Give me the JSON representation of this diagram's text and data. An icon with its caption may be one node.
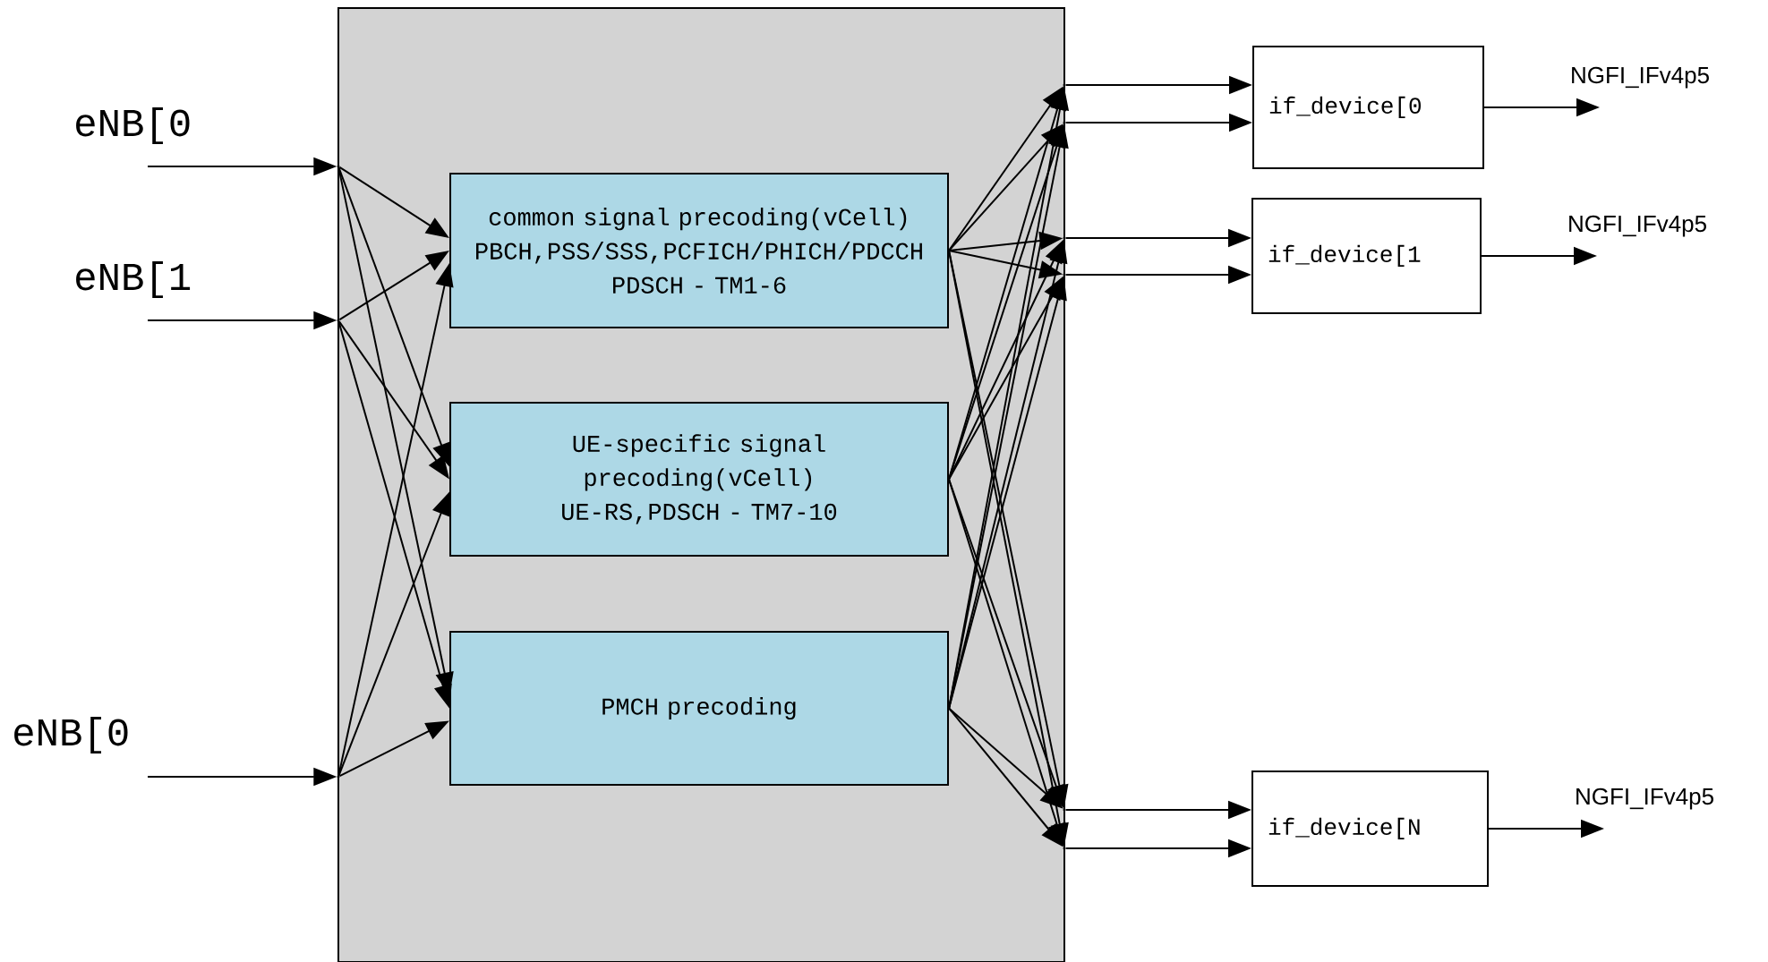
{
  "diagram": {
    "nodes": [
      {
        "text": [],
        "shape": "box"
      },
      {
        "text": [
          "common signal precoding(vCell)",
          "PBCH,PSS/SSS,PCFICH/PHICH/PDCCH",
          "PDSCH - TM1-6"
        ],
        "in": 0
      },
      {
        "text": [
          "UE-specific signal precoding(vCell)",
          "UE-RS,PDSCH - TM7-10"
        ],
        "in": 0
      },
      {
        "text": [
          "PMCH precoding"
        ],
        "in": 0
      },
      {
        "text": [
          "if_device[0"
        ]
      },
      {
        "text": [
          "if_device[1"
        ]
      },
      {
        "text": [
          "if_device[N"
        ]
      },
      {
        "text": [],
        "shape": "point"
      },
      {
        "text": [],
        "shape": "point"
      },
      {
        "text": [],
        "shape": "point"
      },
      {
        "text": [],
        "shape": "point"
      },
      {
        "text": [],
        "shape": "point"
      },
      {
        "text": [],
        "shape": "point"
      },
      {
        "text": [],
        "shape": "point"
      },
      {
        "text": [],
        "shape": "point"
      },
      {
        "text": [],
        "shape": "point"
      }
    ],
    "edges": [
      {
        "from": null,
        "to": 7,
        "arrow": "to",
        "label": "eNB[0"
      },
      {
        "from": null,
        "to": 8,
        "arrow": "to",
        "label": "eNB[1"
      },
      {
        "from": null,
        "to": 9,
        "arrow": "to",
        "label": "eNB[0"
      },
      {
        "from": 7,
        "to": 1,
        "arrow": "to"
      },
      {
        "from": 7,
        "to": 2,
        "arrow": "to"
      },
      {
        "from": 7,
        "to": 3,
        "arrow": "to"
      },
      {
        "from": 8,
        "to": 1,
        "arrow": "to"
      },
      {
        "from": 8,
        "to": 2,
        "arrow": "to"
      },
      {
        "from": 8,
        "to": 3,
        "arrow": "to"
      },
      {
        "from": 9,
        "to": 1,
        "arrow": "to"
      },
      {
        "from": 9,
        "to": 2,
        "arrow": "to"
      },
      {
        "from": 9,
        "to": 3,
        "arrow": "to"
      },
      {
        "from": 1,
        "to": 10,
        "arrow": "to"
      },
      {
        "from": 1,
        "to": 11,
        "arrow": "to"
      },
      {
        "from": 1,
        "to": 12,
        "arrow": "to"
      },
      {
        "from": 1,
        "to": 13,
        "arrow": "to"
      },
      {
        "from": 1,
        "to": 14,
        "arrow": "to"
      },
      {
        "from": 1,
        "to": 15,
        "arrow": "to"
      },
      {
        "from": 2,
        "to": 10,
        "arrow": "to"
      },
      {
        "from": 2,
        "to": 11,
        "arrow": "to"
      },
      {
        "from": 2,
        "to": 12,
        "arrow": "to"
      },
      {
        "from": 2,
        "to": 13,
        "arrow": "to"
      },
      {
        "from": 2,
        "to": 14,
        "arrow": "to"
      },
      {
        "from": 2,
        "to": 15,
        "arrow": "to"
      },
      {
        "from": 3,
        "to": 10,
        "arrow": "to"
      },
      {
        "from": 3,
        "to": 11,
        "arrow": "to"
      },
      {
        "from": 3,
        "to": 12,
        "arrow": "to"
      },
      {
        "from": 3,
        "to": 13,
        "arrow": "to"
      },
      {
        "from": 3,
        "to": 14,
        "arrow": "to"
      },
      {
        "from": 3,
        "to": 15,
        "arrow": "to"
      },
      {
        "from": 10,
        "to": 4,
        "arrow": "to"
      },
      {
        "from": 11,
        "to": 4,
        "arrow": "to"
      },
      {
        "from": 12,
        "to": 5,
        "arrow": "to"
      },
      {
        "from": 13,
        "to": 5,
        "arrow": "to"
      },
      {
        "from": 14,
        "to": 6,
        "arrow": "to"
      },
      {
        "from": 15,
        "to": 6,
        "arrow": "to"
      },
      {
        "from": 4,
        "to": null,
        "arrow": "to",
        "label": "NGFI_IFv4p5"
      },
      {
        "from": 5,
        "to": null,
        "arrow": "to",
        "label": "NGFI_IFv4p5"
      },
      {
        "from": 6,
        "to": null,
        "arrow": "to",
        "label": "NGFI_IFv4p5"
      }
    ]
  }
}
